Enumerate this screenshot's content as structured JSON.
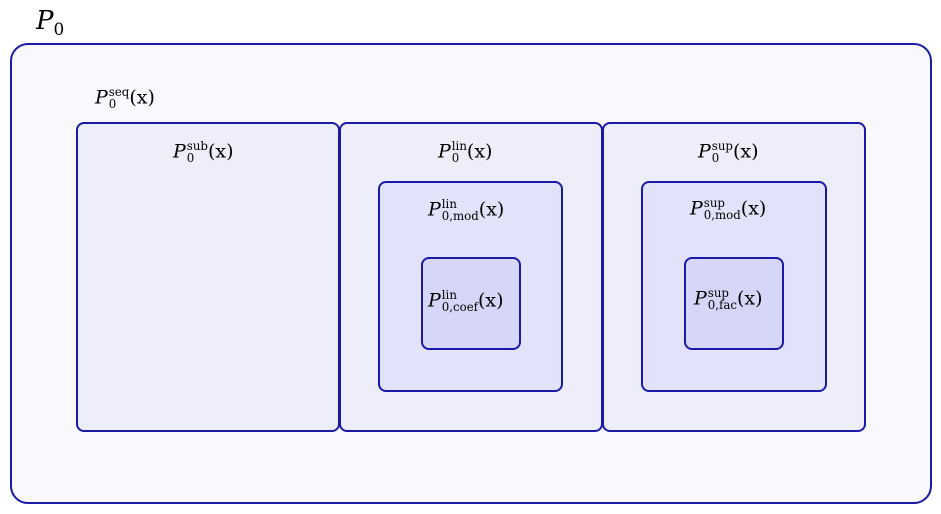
{
  "outer": {
    "label_base": "P",
    "label_sub": "0",
    "fill": "#f8f8fd",
    "stroke": "#1a1aa6"
  },
  "seq": {
    "label_base": "P",
    "label_sup": "seq",
    "label_sub": "0",
    "label_arg": "(x)"
  },
  "sub": {
    "label_base": "P",
    "label_sup": "sub",
    "label_sub": "0",
    "label_arg": "(x)",
    "fill": "#eeeefb"
  },
  "lin": {
    "label_base": "P",
    "label_sup": "lin",
    "label_sub": "0",
    "label_arg": "(x)",
    "fill": "#eeeefb",
    "mod": {
      "label_base": "P",
      "label_sup": "lin",
      "label_sub": "0,mod",
      "label_arg": "(x)",
      "fill": "#e2e2fa"
    },
    "coef": {
      "label_base": "P",
      "label_sup": "lin",
      "label_sub": "0,coef",
      "label_arg": "(x)",
      "fill": "#d6d6f8"
    }
  },
  "sup": {
    "label_base": "P",
    "label_sup": "sup",
    "label_sub": "0",
    "label_arg": "(x)",
    "fill": "#eeeefb",
    "mod": {
      "label_base": "P",
      "label_sup": "sup",
      "label_sub": "0,mod",
      "label_arg": "(x)",
      "fill": "#e2e2fa"
    },
    "fac": {
      "label_base": "P",
      "label_sup": "sup",
      "label_sub": "0,fac",
      "label_arg": "(x)",
      "fill": "#d6d6f8"
    }
  }
}
